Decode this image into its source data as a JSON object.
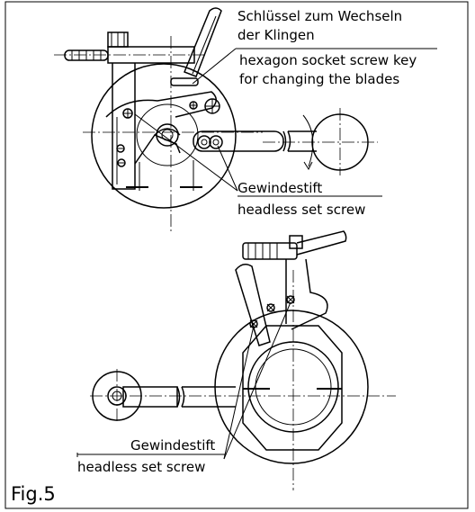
{
  "labels": {
    "key_de_line1": "Schlüssel zum Wechseln",
    "key_de_line2": "der Klingen",
    "key_en_line1": "hexagon socket screw key",
    "key_en_line2": "for changing the blades",
    "top_screw_de": "Gewindestift",
    "top_screw_en": "headless set screw",
    "bottom_screw_de": "Gewindestift",
    "bottom_screw_en": "headless set screw",
    "figure": "Fig.5"
  }
}
